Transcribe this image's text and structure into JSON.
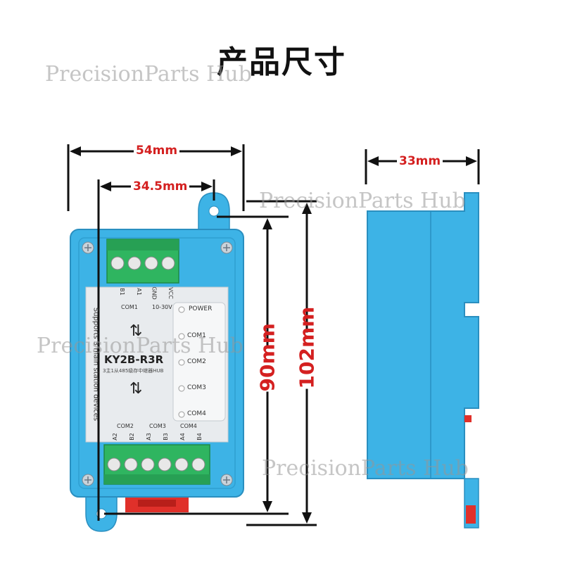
{
  "title": "产品尺寸",
  "watermark": "PrecisionParts Hub",
  "dimensions": {
    "width_total": "54mm",
    "width_inner": "34.5mm",
    "height_inner": "90mm",
    "height_total": "102mm",
    "depth": "33mm"
  },
  "device": {
    "model": "KY2B-R3R",
    "subtitle": "3主1从485级存中继器HUB",
    "side_text": "Supports 3 main station devices",
    "arrow_up": "⇅",
    "arrow_down": "⇅",
    "top_pins": [
      "B1",
      "A1",
      "GND",
      "VCC"
    ],
    "top_groups": [
      "COM1",
      "10-30V"
    ],
    "bottom_pins": [
      "A2",
      "B2",
      "A3",
      "B3",
      "A4",
      "B4"
    ],
    "bottom_groups": [
      "COM2",
      "COM3",
      "COM4"
    ],
    "leds": [
      "POWER",
      "COM1",
      "COM2",
      "COM3",
      "COM4"
    ]
  },
  "colors": {
    "housing": "#3db3e6",
    "housing_dark": "#2a8fc0",
    "terminal": "#2fb560",
    "dimension": "#d42020",
    "label_panel": "#e8ebee",
    "clip": "#e0302a"
  }
}
